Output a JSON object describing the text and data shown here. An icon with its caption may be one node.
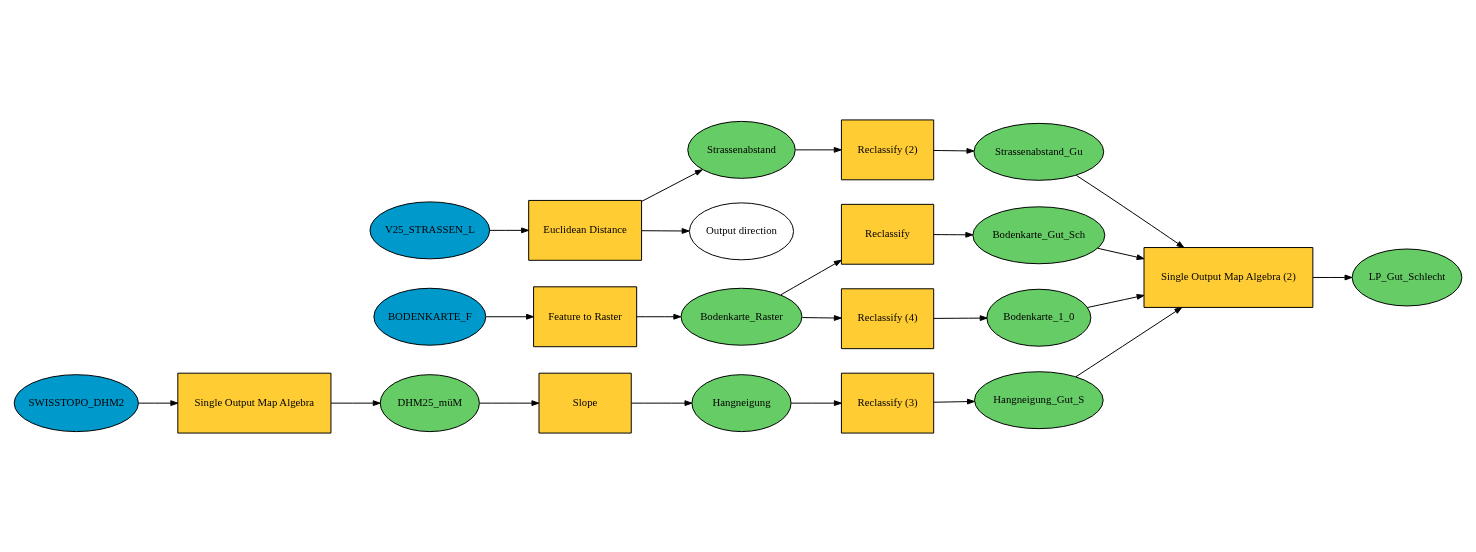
{
  "diagram": {
    "nodes": [
      {
        "text": [
          "V25_STRASSEN_L"
        ]
      },
      {
        "text": [
          "Euclidean Distance"
        ]
      },
      {
        "text": [
          "Strassenabstand"
        ]
      },
      {
        "text": [
          "Output direction"
        ]
      },
      {
        "text": [
          "Reclassify (2)"
        ]
      },
      {
        "text": [
          "Strassenabstand_Gu"
        ]
      },
      {
        "text": [
          "Reclassify"
        ]
      },
      {
        "text": [
          "Bodenkarte_Gut_Sch"
        ]
      },
      {
        "text": [
          "Single Output Map Algebra (2)"
        ]
      },
      {
        "text": [
          "LP_Gut_Schlecht"
        ]
      },
      {
        "text": [
          "BODENKARTE_F"
        ]
      },
      {
        "text": [
          "Feature to Raster"
        ]
      },
      {
        "text": [
          "Bodenkarte_Raster"
        ]
      },
      {
        "text": [
          "Reclassify (4)"
        ]
      },
      {
        "text": [
          "Bodenkarte_1_0"
        ]
      },
      {
        "text": [
          "SWISSTOPO_DHM2"
        ]
      },
      {
        "text": [
          "Single Output Map Algebra"
        ]
      },
      {
        "text": [
          "DHM25_müM"
        ]
      },
      {
        "text": [
          "Slope"
        ]
      },
      {
        "text": [
          "Hangneigung"
        ]
      },
      {
        "text": [
          "Reclassify (3)"
        ]
      },
      {
        "text": [
          "Hangneigung_Gut_S"
        ]
      }
    ],
    "edges": [
      {
        "from": 0,
        "to": 1,
        "arrow": "to"
      },
      {
        "from": 1,
        "to": 2,
        "arrow": "to"
      },
      {
        "from": 1,
        "to": 3,
        "arrow": "to"
      },
      {
        "from": 2,
        "to": 4,
        "arrow": "to"
      },
      {
        "from": 4,
        "to": 5,
        "arrow": "to"
      },
      {
        "from": 5,
        "to": 8,
        "arrow": "to"
      },
      {
        "from": 12,
        "to": 6,
        "arrow": "to"
      },
      {
        "from": 6,
        "to": 7,
        "arrow": "to"
      },
      {
        "from": 7,
        "to": 8,
        "arrow": "to"
      },
      {
        "from": 10,
        "to": 11,
        "arrow": "to"
      },
      {
        "from": 11,
        "to": 12,
        "arrow": "to"
      },
      {
        "from": 12,
        "to": 13,
        "arrow": "to"
      },
      {
        "from": 13,
        "to": 14,
        "arrow": "to"
      },
      {
        "from": 14,
        "to": 8,
        "arrow": "to"
      },
      {
        "from": 15,
        "to": 16,
        "arrow": "to"
      },
      {
        "from": 16,
        "to": 17,
        "arrow": "to"
      },
      {
        "from": 17,
        "to": 18,
        "arrow": "to"
      },
      {
        "from": 18,
        "to": 19,
        "arrow": "to"
      },
      {
        "from": 19,
        "to": 20,
        "arrow": "to"
      },
      {
        "from": 20,
        "to": 21,
        "arrow": "to"
      },
      {
        "from": 21,
        "to": 8,
        "arrow": "to"
      },
      {
        "from": 8,
        "to": 9,
        "arrow": "to"
      }
    ]
  }
}
